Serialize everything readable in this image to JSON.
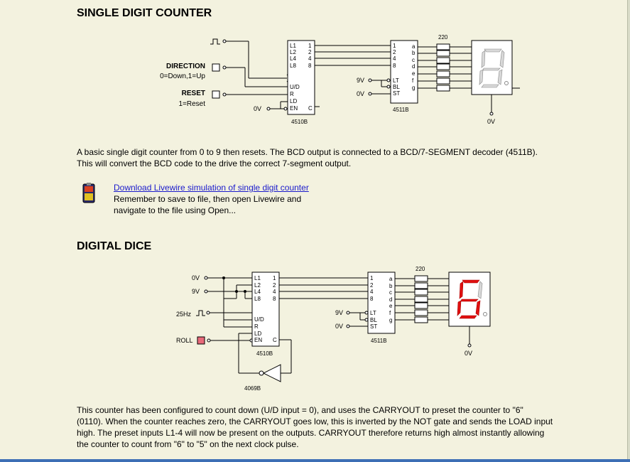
{
  "section1": {
    "title": "SINGLE DIGIT COUNTER",
    "circuit": {
      "direction_label": "DIRECTION",
      "direction_note": "0=Down,1=Up",
      "reset_label": "RESET",
      "reset_note": "1=Reset",
      "zero_volt": "0V",
      "nine_volt": "9V",
      "resistor_value": "220",
      "counter_chip": "4510B",
      "decoder_chip": "4511B",
      "counter_pins_left": [
        "L1",
        "L2",
        "L4",
        "L8",
        "U/D",
        "R",
        "LD",
        "EN"
      ],
      "counter_pins_right": [
        "1",
        "2",
        "4",
        "8",
        "C"
      ],
      "decoder_pins_left": [
        "1",
        "2",
        "4",
        "8",
        "LT",
        "BL",
        "ST"
      ],
      "decoder_pins_right": [
        "a",
        "b",
        "c",
        "d",
        "e",
        "f",
        "g"
      ]
    },
    "description_lines": [
      "A basic single digit counter from 0 to 9 then resets. The BCD output is connected to a BCD/7-SEGMENT decoder (4511B).",
      "This will convert the BCD code to the drive the correct 7-segment output."
    ],
    "download": {
      "link_text": "Download Livewire simulation of single digit counter",
      "note_lines": [
        "Remember to save to file, then open Livewire and",
        "navigate to the file using Open..."
      ]
    }
  },
  "section2": {
    "title": "DIGITAL DICE",
    "circuit": {
      "zero_volt": "0V",
      "nine_volt": "9V",
      "clock_label": "25Hz",
      "roll_label": "ROLL",
      "resistor_value": "220",
      "counter_chip": "4510B",
      "decoder_chip": "4511B",
      "inverter_chip": "4069B",
      "display_digit": "6",
      "counter_pins_left": [
        "L1",
        "L2",
        "L4",
        "L8",
        "U/D",
        "R",
        "LD",
        "EN"
      ],
      "counter_pins_right": [
        "1",
        "2",
        "4",
        "8",
        "C"
      ],
      "decoder_pins_left": [
        "1",
        "2",
        "4",
        "8",
        "LT",
        "BL",
        "ST"
      ],
      "decoder_pins_right": [
        "a",
        "b",
        "c",
        "d",
        "e",
        "f",
        "g"
      ]
    },
    "description_lines": [
      "This counter has been configured to count down (U/D input = 0), and uses the CARRYOUT to preset the counter to \"6\"",
      "(0110). When the counter reaches zero, the CARRYOUT goes low, this is inverted by the NOT gate and sends the LOAD input",
      "high. The preset inputs L1-4 will now be present on the outputs. CARRYOUT therefore returns high almost instantly allowing",
      "the counter to count from \"6\" to \"5\" on the next clock pulse."
    ]
  },
  "colors": {
    "background": "#f3f2df",
    "link": "#1a1acc",
    "segment_on": "#e01010",
    "segment_off": "#cfcfcf",
    "roll_switch": "#e86a7a"
  }
}
